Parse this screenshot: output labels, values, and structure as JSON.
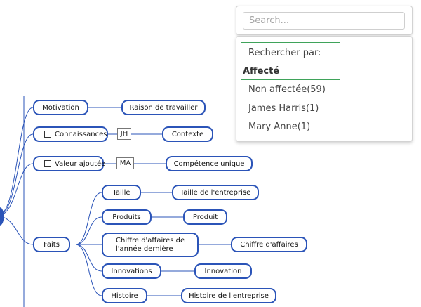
{
  "mindmap": {
    "topics": [
      {
        "label": "Motivation",
        "checkbox": false,
        "child": "Raison de travailler"
      },
      {
        "label": "Connaissances",
        "checkbox": true,
        "assignee": "JH",
        "child": "Contexte"
      },
      {
        "label": "Valeur ajoutée",
        "checkbox": true,
        "assignee": "MA",
        "child": "Compétence unique"
      },
      {
        "label": "Faits",
        "checkbox": false
      }
    ],
    "faits": [
      {
        "label": "Taille",
        "child": "Taille de l'entreprise"
      },
      {
        "label": "Produits",
        "child": "Produit"
      },
      {
        "label": "Chiffre d'affaires de l'année dernière",
        "child": "Chiffre d'affaires"
      },
      {
        "label": "Innovations",
        "child": "Innovation"
      },
      {
        "label": "Histoire",
        "child": "Histoire de l'entreprise"
      }
    ]
  },
  "search": {
    "placeholder": "Search...",
    "value": "",
    "dropdown": {
      "search_by_label": "Rechercher par:",
      "heading": "Affecté",
      "items": [
        "Non affectée(59)",
        "James Harris(1)",
        "Mary Anne(1)"
      ]
    }
  },
  "colors": {
    "node_border": "#2b54b8",
    "connector": "#2b54b8",
    "highlight_border": "#3fa35a"
  }
}
